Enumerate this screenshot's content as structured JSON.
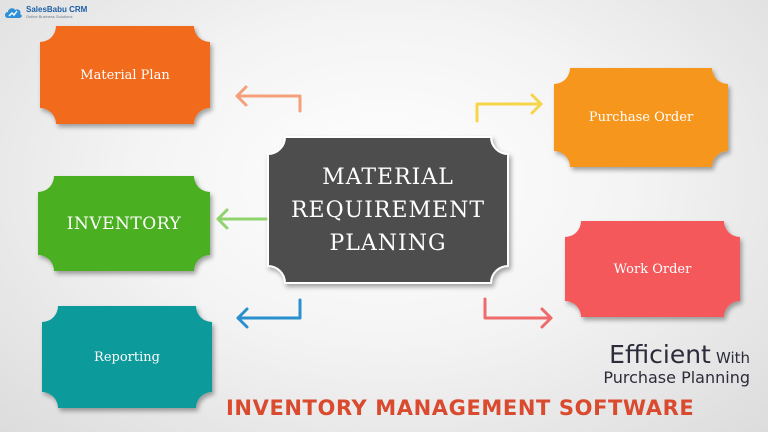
{
  "logo": {
    "brand": "SalesBabu CRM",
    "tagline": "Online Business Solutions"
  },
  "center": {
    "lines": [
      "MATERIAL",
      "REQUIREMENT",
      "PLANING"
    ],
    "color": "#4d4d4d"
  },
  "nodes": {
    "material_plan": {
      "label": "Material Plan",
      "color": "#f26a1b"
    },
    "inventory": {
      "label": "INVENTORY",
      "color": "#4caf22"
    },
    "reporting": {
      "label": "Reporting",
      "color": "#0f9a9a"
    },
    "purchase_order": {
      "label": "Purchase Order",
      "color": "#f7961d"
    },
    "work_order": {
      "label": "Work Order",
      "color": "#f4595a"
    }
  },
  "arrow_colors": {
    "material_plan": "#f5a07a",
    "inventory": "#8fd36d",
    "reporting": "#2a8fcf",
    "purchase_order": "#f7d54a",
    "work_order": "#ef6a6a"
  },
  "tagline": {
    "word1": "Efficient",
    "word2": "With",
    "line2": "Purchase Planning"
  },
  "footer_title": "INVENTORY MANAGEMENT SOFTWARE"
}
